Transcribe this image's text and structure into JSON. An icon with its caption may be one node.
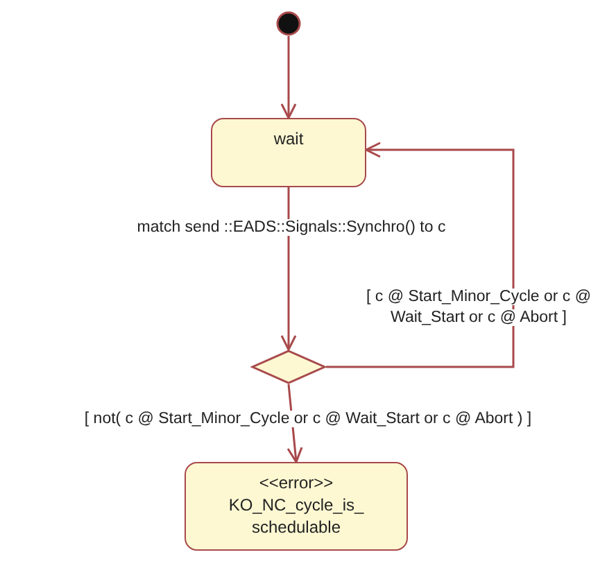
{
  "diagram": {
    "nodes": [
      {
        "text": [],
        "shape": "circle"
      },
      {
        "text": [
          "wait"
        ]
      },
      {
        "text": [],
        "shape": "diamond"
      },
      {
        "text": [
          "<<error>>",
          "KO_NC_cycle_is_ schedulable"
        ]
      }
    ],
    "edges": [
      {
        "from": 0,
        "to": 1,
        "arrow": "to"
      },
      {
        "from": 1,
        "to": 2,
        "arrow": "to",
        "label": "match send ::EADS::Signals::Synchro() to c"
      },
      {
        "from": 2,
        "to": 1,
        "arrow": "to",
        "label": "[ c @ Start_Minor_Cycle or c @ Wait_Start or c @ Abort ]"
      },
      {
        "from": 2,
        "to": 3,
        "arrow": "to",
        "label": "[ not( c @ Start_Minor_Cycle or c @ Wait_Start  or c @ Abort ) ]"
      }
    ]
  }
}
